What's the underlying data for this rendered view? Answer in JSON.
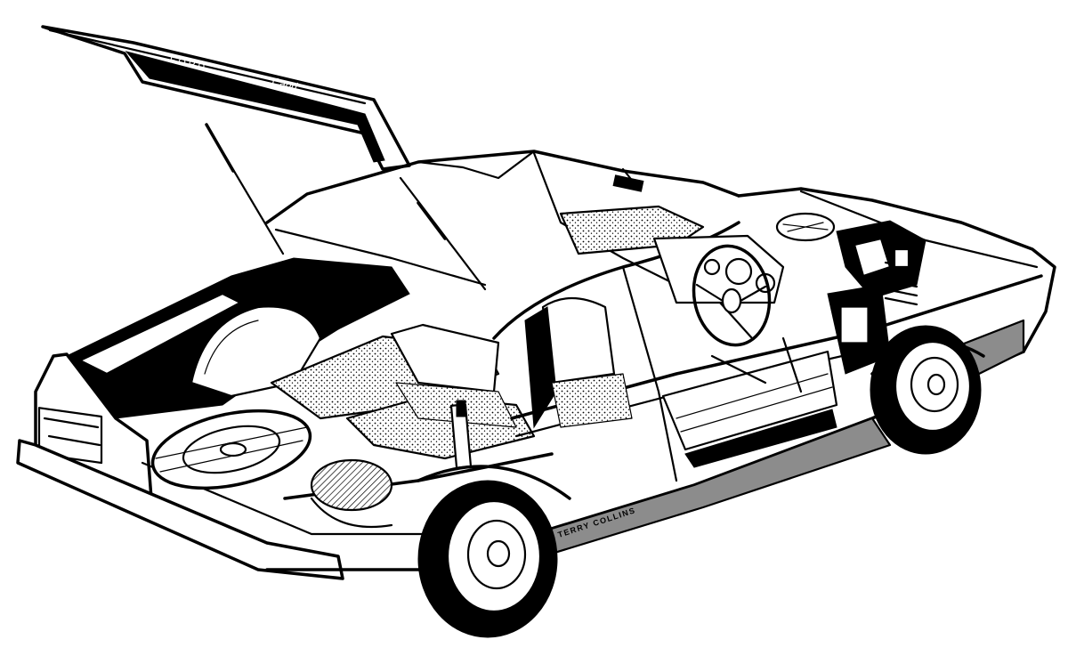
{
  "illustration": {
    "subject": "car-cutaway",
    "style": "black-and-white technical ink drawing"
  },
  "signature": "TERRY COLLINS",
  "tailgate_badge": "FORD",
  "tailgate_script": "Capri",
  "colors": {
    "ink": "#000000",
    "paper": "#ffffff",
    "shade": "#8c8c8c"
  }
}
